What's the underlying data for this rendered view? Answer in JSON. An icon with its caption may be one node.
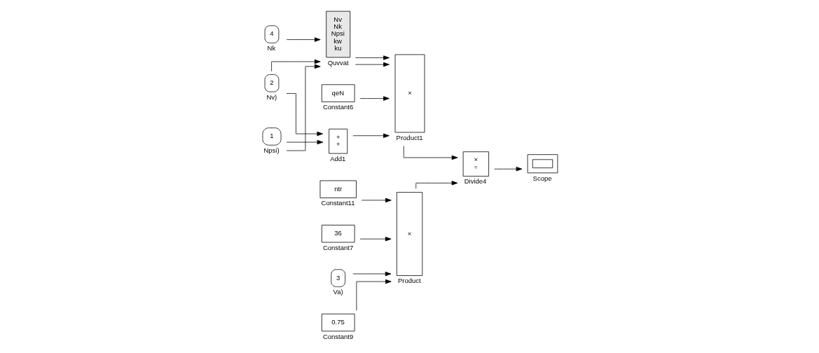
{
  "diagram": {
    "nodes": [
      {
        "text": [
          "2"
        ],
        "beside": [
          "Nv)"
        ]
      },
      {
        "text": [
          "4"
        ],
        "beside": [
          "Nk"
        ]
      },
      {
        "text": [
          "1"
        ],
        "beside": [
          "Npsi)"
        ]
      },
      {
        "text": [
          "Nv",
          "Nk",
          "Npsi",
          "kw",
          "ku"
        ],
        "beside": [
          "Quvvat"
        ]
      },
      {
        "text": [
          "qeN"
        ],
        "beside": [
          "Constant6"
        ]
      },
      {
        "text": [
          "+",
          "+"
        ],
        "beside": [
          "Add1"
        ]
      },
      {
        "text": [
          "×"
        ],
        "beside": [
          "Product1"
        ]
      },
      {
        "text": [
          "36"
        ],
        "beside": [
          "Constant7"
        ]
      },
      {
        "text": [
          "3"
        ],
        "beside": [
          "Va)"
        ]
      },
      {
        "text": [
          "0.75"
        ],
        "beside": [
          "Constant9"
        ]
      },
      {
        "text": [
          "ntr"
        ],
        "beside": [
          "Constant11"
        ]
      },
      {
        "text": [
          "×"
        ],
        "beside": [
          "Product"
        ]
      },
      {
        "text": [
          "×",
          "÷"
        ],
        "beside": [
          "Divide4"
        ]
      },
      {
        "text": [],
        "shape": "box",
        "beside": [
          "Scope"
        ]
      }
    ],
    "edges": [
      {
        "from": 0,
        "to": 3,
        "arrow": "to"
      },
      {
        "from": 0,
        "to": 5,
        "arrow": "to"
      },
      {
        "from": 1,
        "to": 3,
        "arrow": "to"
      },
      {
        "from": 2,
        "to": 3,
        "arrow": "to"
      },
      {
        "from": 2,
        "to": 5,
        "arrow": "to"
      },
      {
        "from": 3,
        "to": 6,
        "arrow": "to"
      },
      {
        "from": 3,
        "to": 6,
        "arrow": "to"
      },
      {
        "from": 4,
        "to": 6,
        "arrow": "to"
      },
      {
        "from": 5,
        "to": 6,
        "arrow": "to"
      },
      {
        "from": 6,
        "to": 12,
        "arrow": "to"
      },
      {
        "from": 7,
        "to": 11,
        "arrow": "to"
      },
      {
        "from": 8,
        "to": 11,
        "arrow": "to"
      },
      {
        "from": 9,
        "to": 11,
        "arrow": "to"
      },
      {
        "from": 10,
        "to": 11,
        "arrow": "to"
      },
      {
        "from": 11,
        "to": 12,
        "arrow": "to"
      },
      {
        "from": 12,
        "to": 13,
        "arrow": "to"
      }
    ]
  }
}
